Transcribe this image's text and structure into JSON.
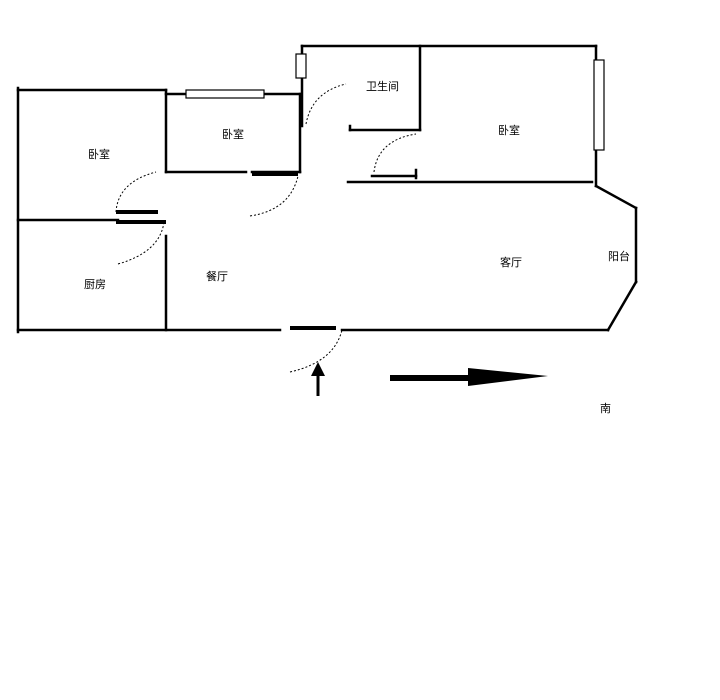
{
  "rooms": {
    "bedroom_west": "卧室",
    "bedroom_middle": "卧室",
    "bathroom": "卫生间",
    "bedroom_east": "卧室",
    "kitchen": "厨房",
    "dining": "餐厅",
    "living": "客厅",
    "balcony": "阳台"
  },
  "orientation": {
    "south_label": "南"
  }
}
